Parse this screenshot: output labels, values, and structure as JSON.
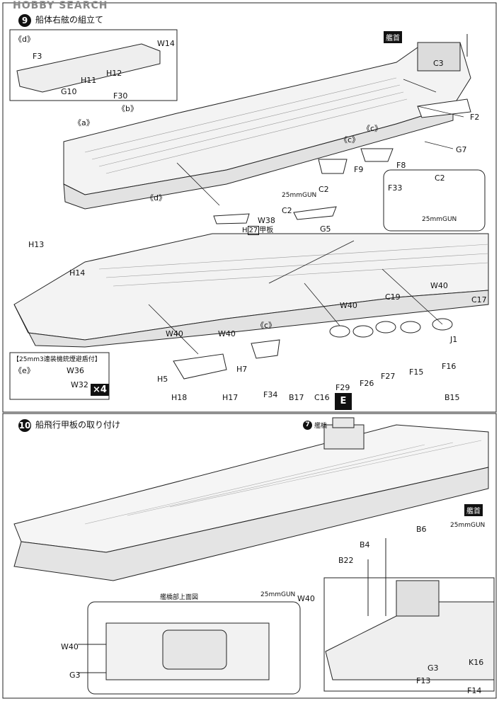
{
  "watermark": "HOBBY SEARCH",
  "step9": {
    "number": "9",
    "title": "船体右舷の組立て"
  },
  "step10": {
    "number": "10",
    "title": "船飛行甲板の取り付け"
  },
  "bow_label": "艦首",
  "inset_top": {
    "ref": "《d》",
    "parts": [
      "W14",
      "F3",
      "H12",
      "H11",
      "G10",
      "F30"
    ]
  },
  "refs": {
    "a": "《a》",
    "b": "《b》",
    "c": "《c》",
    "d": "《d》",
    "e": "《e》"
  },
  "step9_parts": [
    "C3",
    "F2",
    "G7",
    "F8",
    "F9",
    "F33",
    "C2",
    "C2",
    "G5",
    "W38",
    "H13",
    "H14",
    "C19",
    "W40",
    "W40",
    "C17",
    "J1",
    "F16",
    "F15",
    "F27",
    "F26",
    "F29",
    "W40",
    "W40",
    "H5",
    "H7",
    "F34",
    "B17",
    "C16",
    "B15",
    "H18",
    "H17"
  ],
  "gun_label": "25mmGUN",
  "deck_ref": {
    "prefix": "H",
    "number": "27",
    "suffix": "甲板"
  },
  "aa_box": {
    "title": "【25mm3連装機銃煙避盾付】",
    "parts": [
      "W36",
      "W32"
    ],
    "multiplier": "×4"
  },
  "section_badge": "E",
  "bridge_ref": {
    "step": "7",
    "label": "艦橋"
  },
  "bridge_view_title": "艦橋部上面図",
  "step10_parts": [
    "B6",
    "B4",
    "B22",
    "W40",
    "G3",
    "K16",
    "F13",
    "F14",
    "W40",
    "G3"
  ]
}
